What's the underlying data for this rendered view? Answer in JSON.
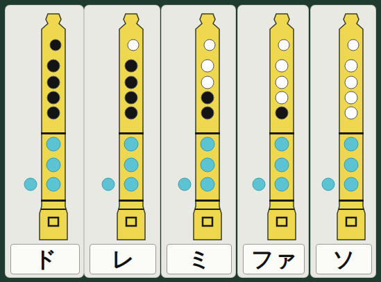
{
  "diagram": {
    "nodes": [
      {
        "text": [
          "ド"
        ]
      },
      {
        "text": [
          "レ"
        ]
      },
      {
        "text": [
          "ミ"
        ]
      },
      {
        "text": [
          "ファ"
        ]
      },
      {
        "text": [
          "ソ"
        ]
      }
    ]
  }
}
